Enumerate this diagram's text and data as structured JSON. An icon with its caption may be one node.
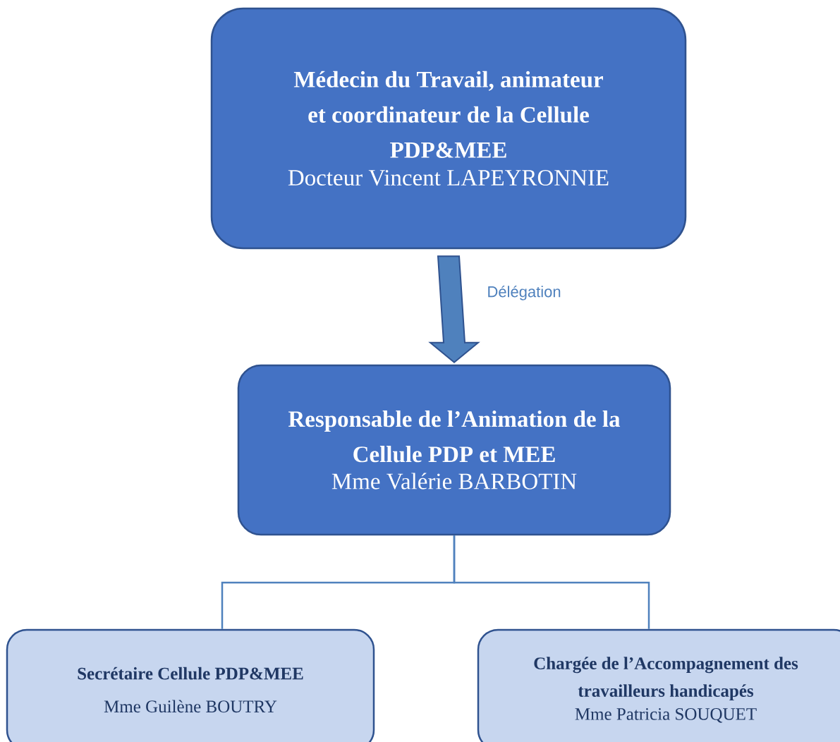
{
  "diagram": {
    "nodes": [
      {
        "text": [
          "Médecin du Travail, animateur et coordinateur de la Cellule PDP&MEE",
          "Docteur Vincent LAPEYRONNIE"
        ]
      },
      {
        "text": [
          "Responsable de l’Animation de la Cellule PDP et MEE",
          "Mme Valérie BARBOTIN"
        ]
      },
      {
        "text": [
          "Secrétaire Cellule PDP&MEE",
          "Mme Guilène BOUTRY"
        ]
      },
      {
        "text": [
          "Chargée de l’Accompagnement des travailleurs handicapés",
          "Mme Patricia SOUQUET"
        ]
      }
    ],
    "edges": [
      {
        "from": 0,
        "to": 1,
        "arrow": "to",
        "label": "Délégation",
        "style": "thick"
      },
      {
        "from": 1,
        "to": 2,
        "arrow": "none"
      },
      {
        "from": 1,
        "to": 3,
        "arrow": "none"
      }
    ]
  }
}
